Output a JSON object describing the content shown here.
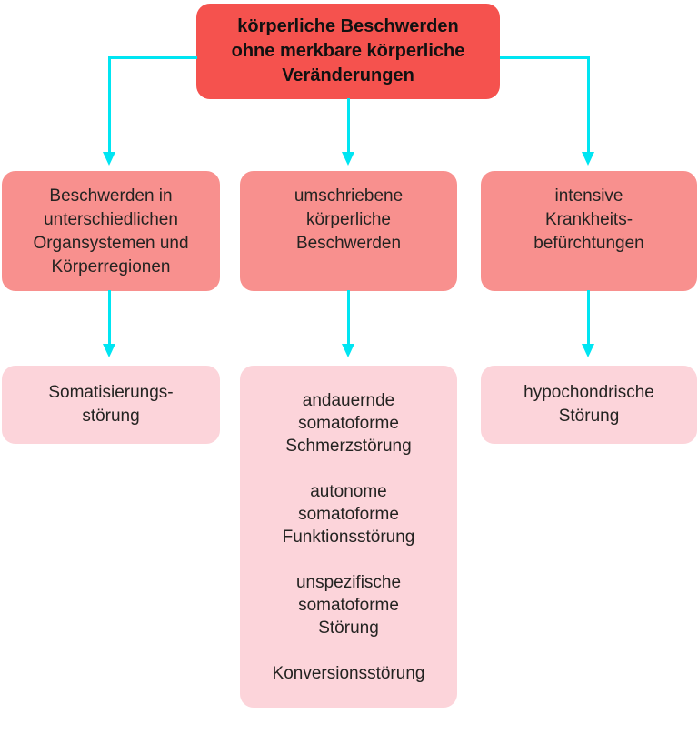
{
  "colors": {
    "root_box": "#f5524e",
    "branch_box": "#f8908e",
    "leaf_box": "#fcd4da",
    "connector": "#00e5f2",
    "root_text": "#111111",
    "box_text": "#232321"
  },
  "nodes": {
    "root": {
      "text": "körperliche Beschwerden\nohne merkbare körperliche\nVeränderungen"
    },
    "branches": [
      {
        "text": "Beschwerden in\nunterschiedlichen\nOrgansystemen und\nKörperregionen"
      },
      {
        "text": "umschriebene\nkörperliche\nBeschwerden"
      },
      {
        "text": "intensive\nKrankheits-\nbefürchtungen"
      }
    ],
    "leaves": [
      {
        "text": "Somatisierungs-\nstörung"
      },
      {
        "text": "andauernde\nsomatoforme\nSchmerzstörung\n\nautonome\nsomatoforme\nFunktionsstörung\n\nunspezifische\nsomatoforme\nStörung\n\nKonversionsstörung"
      },
      {
        "text": "hypochondrische\nStörung"
      }
    ]
  }
}
